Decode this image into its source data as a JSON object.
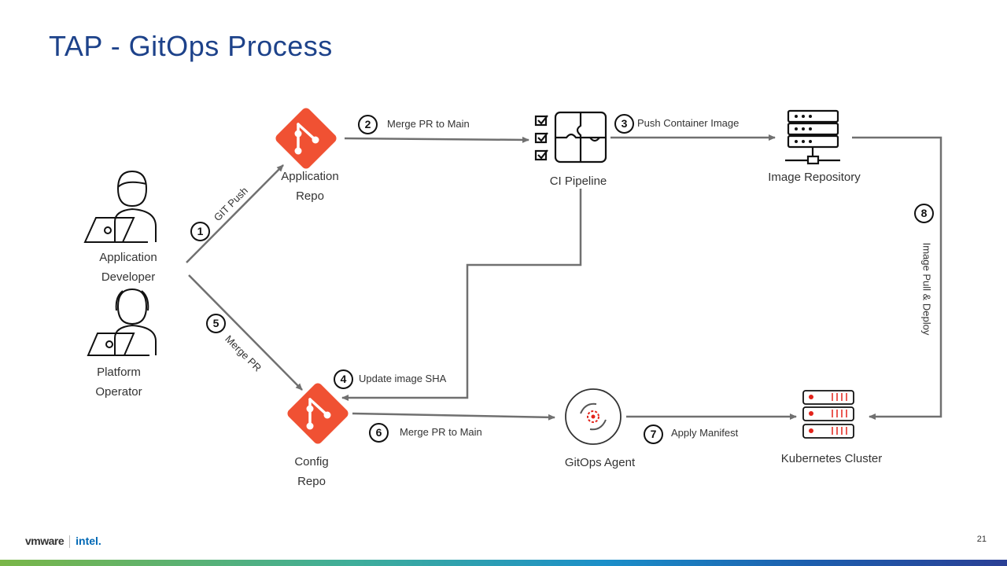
{
  "slide": {
    "title": "TAP - GitOps Process",
    "page_number": "21"
  },
  "nodes": {
    "app_developer": [
      "Application",
      "Developer"
    ],
    "platform_operator": [
      "Platform",
      "Operator"
    ],
    "application_repo": [
      "Application",
      "Repo"
    ],
    "ci_pipeline": "CI Pipeline",
    "image_repository": "Image Repository",
    "config_repo": [
      "Config",
      "Repo"
    ],
    "gitops_agent": "GitOps Agent",
    "kubernetes_cluster": "Kubernetes Cluster"
  },
  "steps": [
    {
      "num": "1",
      "label": "GIT Push"
    },
    {
      "num": "2",
      "label": "Merge PR to Main"
    },
    {
      "num": "3",
      "label": "Push Container Image"
    },
    {
      "num": "4",
      "label": "Update image SHA"
    },
    {
      "num": "5",
      "label": "Merge PR"
    },
    {
      "num": "6",
      "label": "Merge PR to Main"
    },
    {
      "num": "7",
      "label": "Apply Manifest"
    },
    {
      "num": "8",
      "label": "Image Pull & Deploy"
    }
  ],
  "footer": {
    "vmware": "vmware",
    "intel": "intel."
  },
  "colors": {
    "title": "#1d428a",
    "git_icon": "#f05133",
    "arrow": "#707070"
  },
  "icons": [
    "developer-icon",
    "operator-icon",
    "git-icon",
    "ci-pipeline-icon",
    "server-icon",
    "gitops-agent-icon",
    "kubernetes-cluster-icon"
  ]
}
